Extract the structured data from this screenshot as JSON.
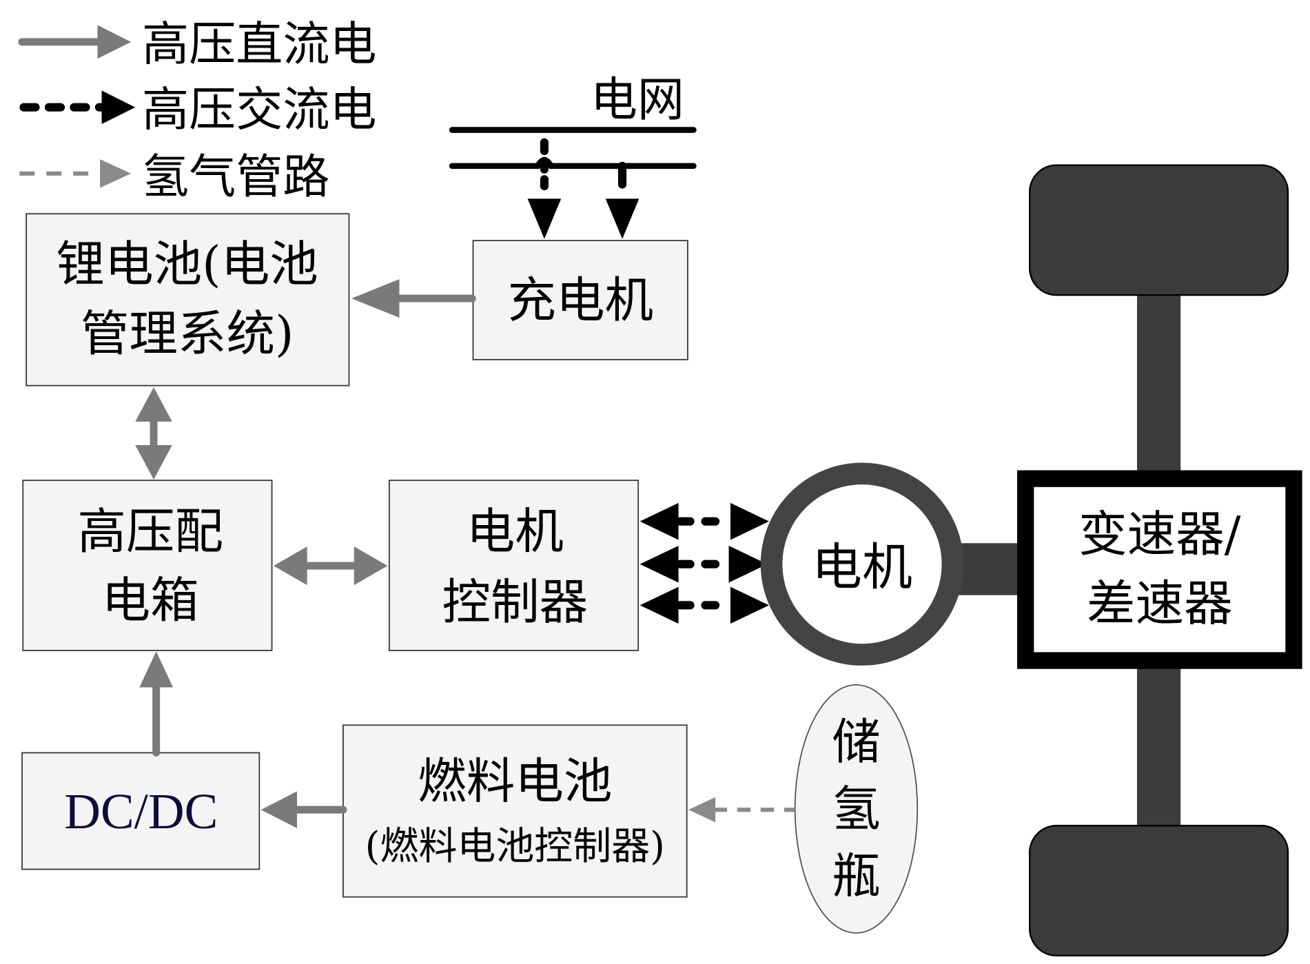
{
  "legend": {
    "items": [
      {
        "label": "高压直流电",
        "style": "solid-gray-arrow"
      },
      {
        "label": "高压交流电",
        "style": "dashed-black-arrow"
      },
      {
        "label": "氢气管路",
        "style": "dashed-gray-arrow"
      }
    ]
  },
  "grid": {
    "label": "电网"
  },
  "nodes": {
    "battery": {
      "line1": "锂电池(电池",
      "line2": "管理系统)"
    },
    "charger": {
      "label": "充电机"
    },
    "hv_box": {
      "line1": "高压配",
      "line2": "电箱"
    },
    "motor_controller": {
      "line1": "电机",
      "line2": "控制器"
    },
    "motor": {
      "label": "电机"
    },
    "gearbox": {
      "line1": "变速器/",
      "line2": "差速器"
    },
    "dcdc": {
      "label": "DC/DC"
    },
    "fuel_cell": {
      "line1": "燃料电池",
      "line2": "(燃料电池控制器)"
    },
    "h2_tank": {
      "char1": "储",
      "char2": "氢",
      "char3": "瓶"
    }
  },
  "colors": {
    "dc_arrow": "#7a7a7a",
    "ac_arrow": "#000000",
    "h2_arrow": "#8a8a8a",
    "box_fill": "#f4f4f4",
    "mechanical": "#3c3c3c",
    "dcdc_text": "#0d0d3a"
  }
}
